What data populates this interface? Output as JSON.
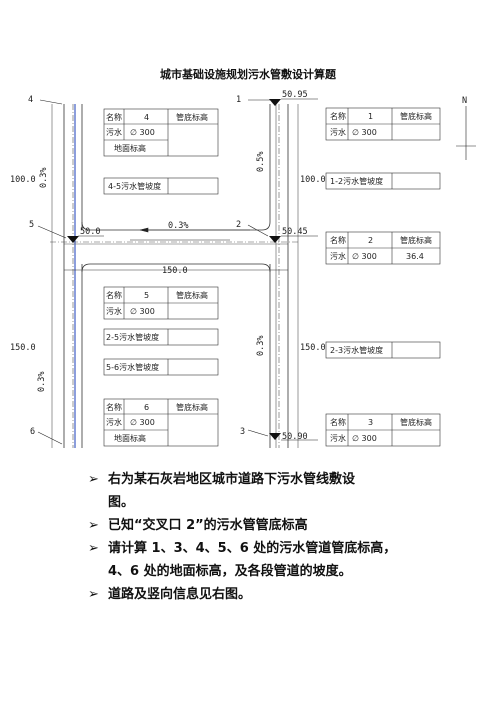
{
  "title": "城市基础设施规划污水管敷设计算题",
  "nodes": {
    "n1": {
      "label": "1",
      "elev": "50.95"
    },
    "n2": {
      "label": "2",
      "elev": "50.45"
    },
    "n3": {
      "label": "3",
      "elev": "50.90"
    },
    "n4": {
      "label": "4"
    },
    "n5": {
      "label": "5",
      "elev": "50.0"
    },
    "n6": {
      "label": "6"
    }
  },
  "dims": {
    "left_upper": "100.0",
    "left_lower": "150.0",
    "right_upper": "100.0",
    "right_lower": "150.0",
    "horizontal": "150.0"
  },
  "slopes": {
    "left_upper": "0.3%",
    "right_upper": "0.5%",
    "horizontal": "0.3%",
    "right_lower": "0.3%",
    "left_lower": "0.3%"
  },
  "north": "N",
  "tables": {
    "node1": {
      "h_name": "名称",
      "h_num": "1",
      "h_elev": "管底标高",
      "r_name": "污水",
      "r_dia": "∅ 300",
      "r_elev": ""
    },
    "node4": {
      "h_name": "名称",
      "h_num": "4",
      "h_elev": "管底标高",
      "r_name": "污水",
      "r_dia": "∅ 300",
      "ground": "地面标高"
    },
    "seg45": "4-5污水管坡度",
    "seg12": "1-2污水管坡度",
    "node2": {
      "h_name": "名称",
      "h_num": "2",
      "h_elev": "管底标高",
      "r_name": "污水",
      "r_dia": "∅ 300",
      "r_elev": "36.4"
    },
    "node5": {
      "h_name": "名称",
      "h_num": "5",
      "h_elev": "管底标高",
      "r_name": "污水",
      "r_dia": "∅ 300"
    },
    "seg25": "2-5污水管坡度",
    "seg56": "5-6污水管坡度",
    "seg23": "2-3污水管坡度",
    "node6": {
      "h_name": "名称",
      "h_num": "6",
      "h_elev": "管底标高",
      "r_name": "污水",
      "r_dia": "∅ 300",
      "ground": "地面标高"
    },
    "node3": {
      "h_name": "名称",
      "h_num": "3",
      "h_elev": "管底标高",
      "r_name": "污水",
      "r_dia": "∅ 300"
    }
  },
  "bullets": [
    {
      "line1": "右为某石灰岩地区城市道路下污水管线敷设",
      "line2": "图。"
    },
    {
      "line1": "已知“交叉口 2”的污水管管底标高"
    },
    {
      "line1": "请计算 1、3、4、5、6 处的污水管道管底标高，",
      "line2": "4、6 处的地面标高，及各段管道的坡度。"
    },
    {
      "line1": "道路及竖向信息见右图。"
    }
  ]
}
